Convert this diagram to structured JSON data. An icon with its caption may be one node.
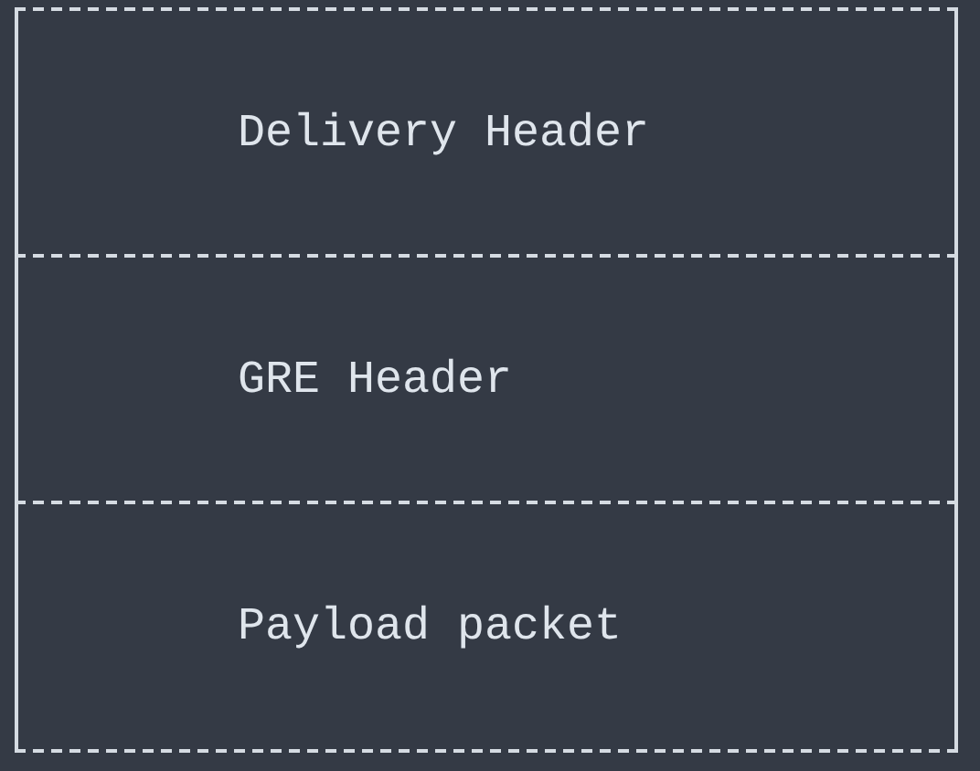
{
  "diagram": {
    "nodes": [
      {
        "text": [
          "Delivery Header"
        ]
      },
      {
        "text": [
          "GRE Header"
        ]
      },
      {
        "text": [
          "Payload packet"
        ]
      }
    ]
  }
}
